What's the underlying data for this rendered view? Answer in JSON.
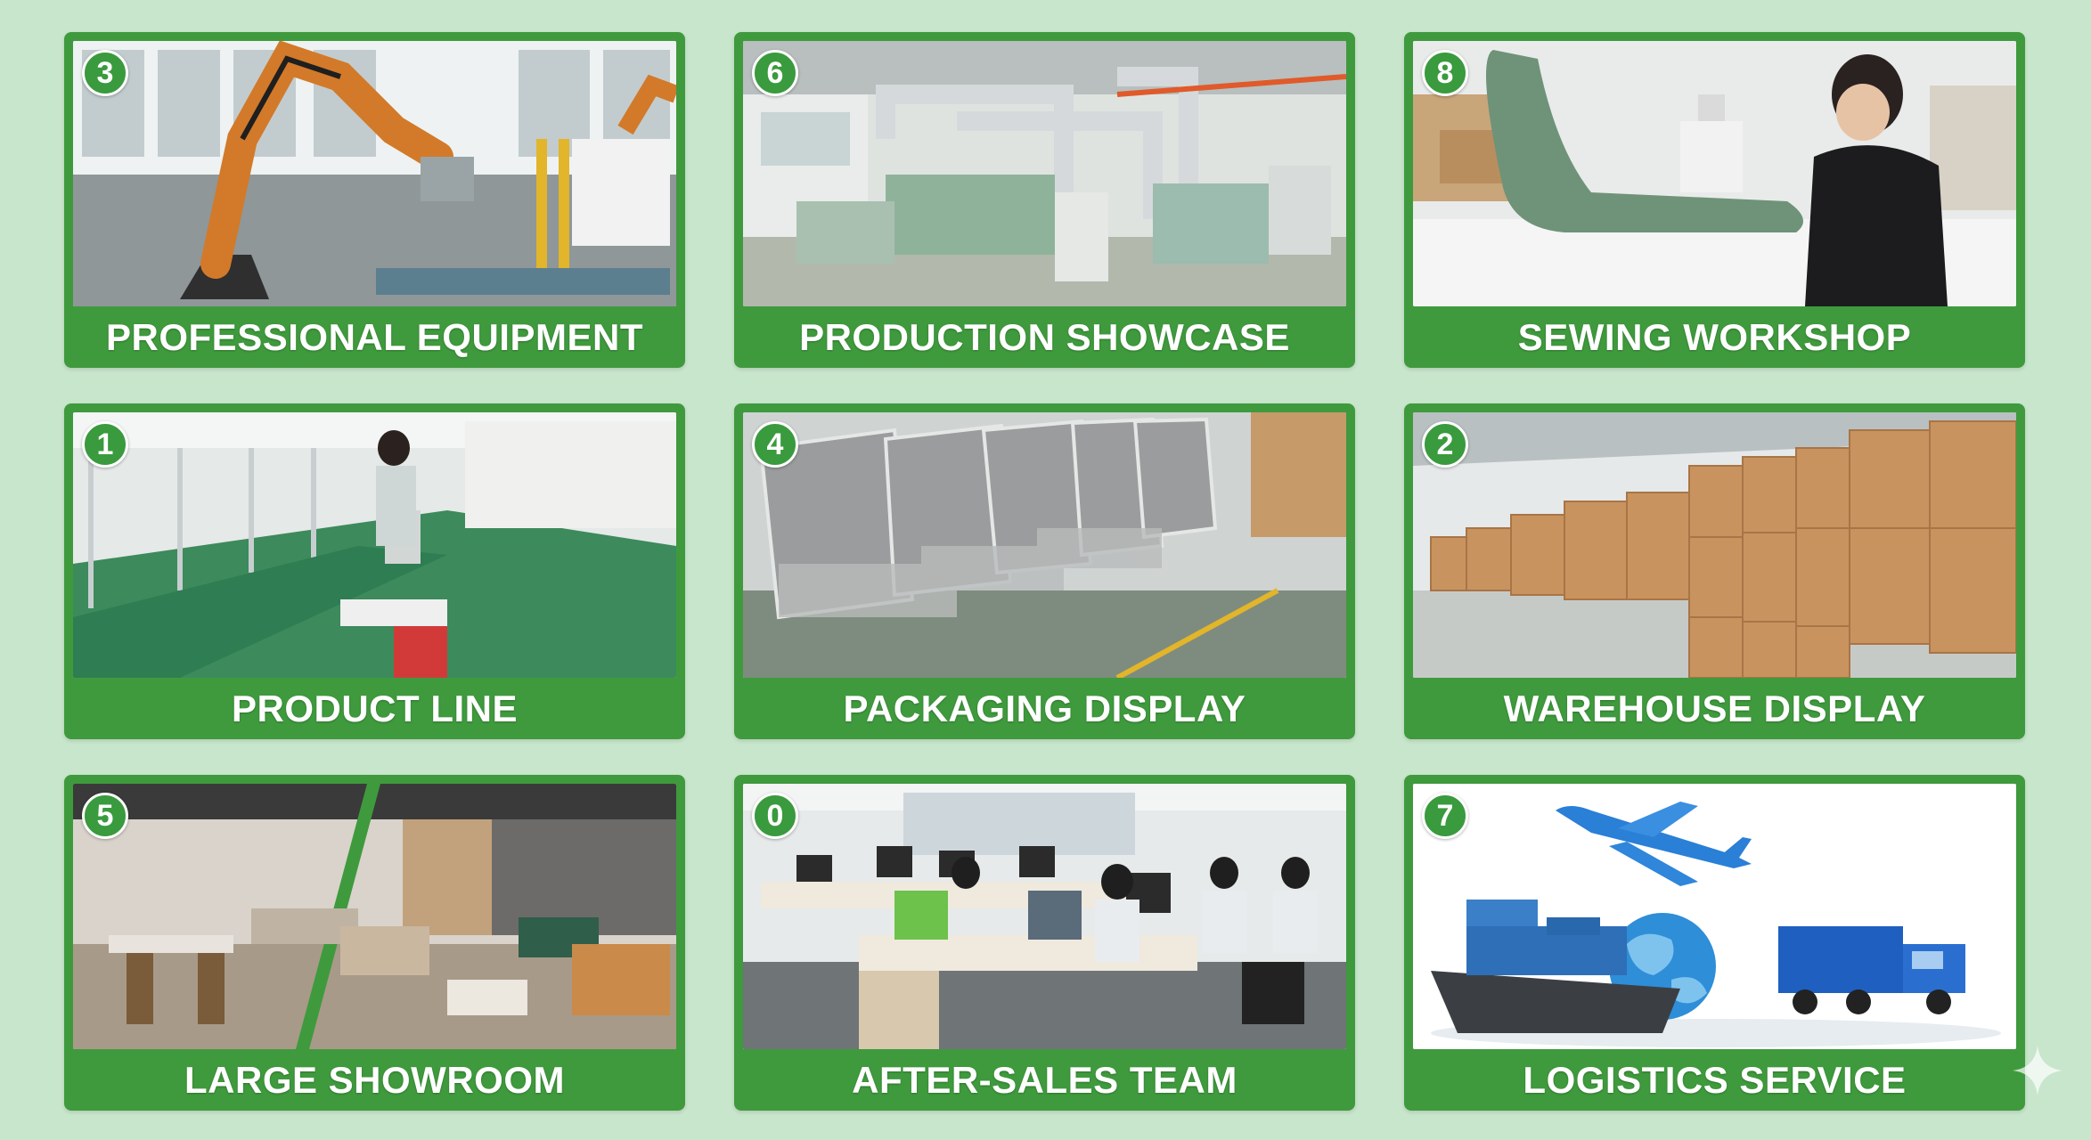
{
  "colors": {
    "background": "#c8e6cc",
    "card_frame": "#3f9a3d",
    "badge": "#3a9a3e",
    "label_text": "#ffffff"
  },
  "cards": [
    {
      "number": "3",
      "title": "PROFESSIONAL EQUIPMENT",
      "photo": "robotic-arm-factory-photo"
    },
    {
      "number": "6",
      "title": "PRODUCTION SHOWCASE",
      "photo": "production-machinery-photo"
    },
    {
      "number": "8",
      "title": "SEWING WORKSHOP",
      "photo": "sewing-chair-photo"
    },
    {
      "number": "1",
      "title": "PRODUCT LINE",
      "photo": "assembly-line-photo"
    },
    {
      "number": "4",
      "title": "PACKAGING DISPLAY",
      "photo": "wrapped-chairs-photo"
    },
    {
      "number": "2",
      "title": "WAREHOUSE DISPLAY",
      "photo": "cardboard-boxes-photo"
    },
    {
      "number": "5",
      "title": "LARGE SHOWROOM",
      "photo": "furniture-showroom-photo"
    },
    {
      "number": "0",
      "title": "AFTER-SALES TEAM",
      "photo": "office-team-photo"
    },
    {
      "number": "7",
      "title": "LOGISTICS SERVICE",
      "photo": "ship-plane-truck-globe-photo"
    }
  ]
}
